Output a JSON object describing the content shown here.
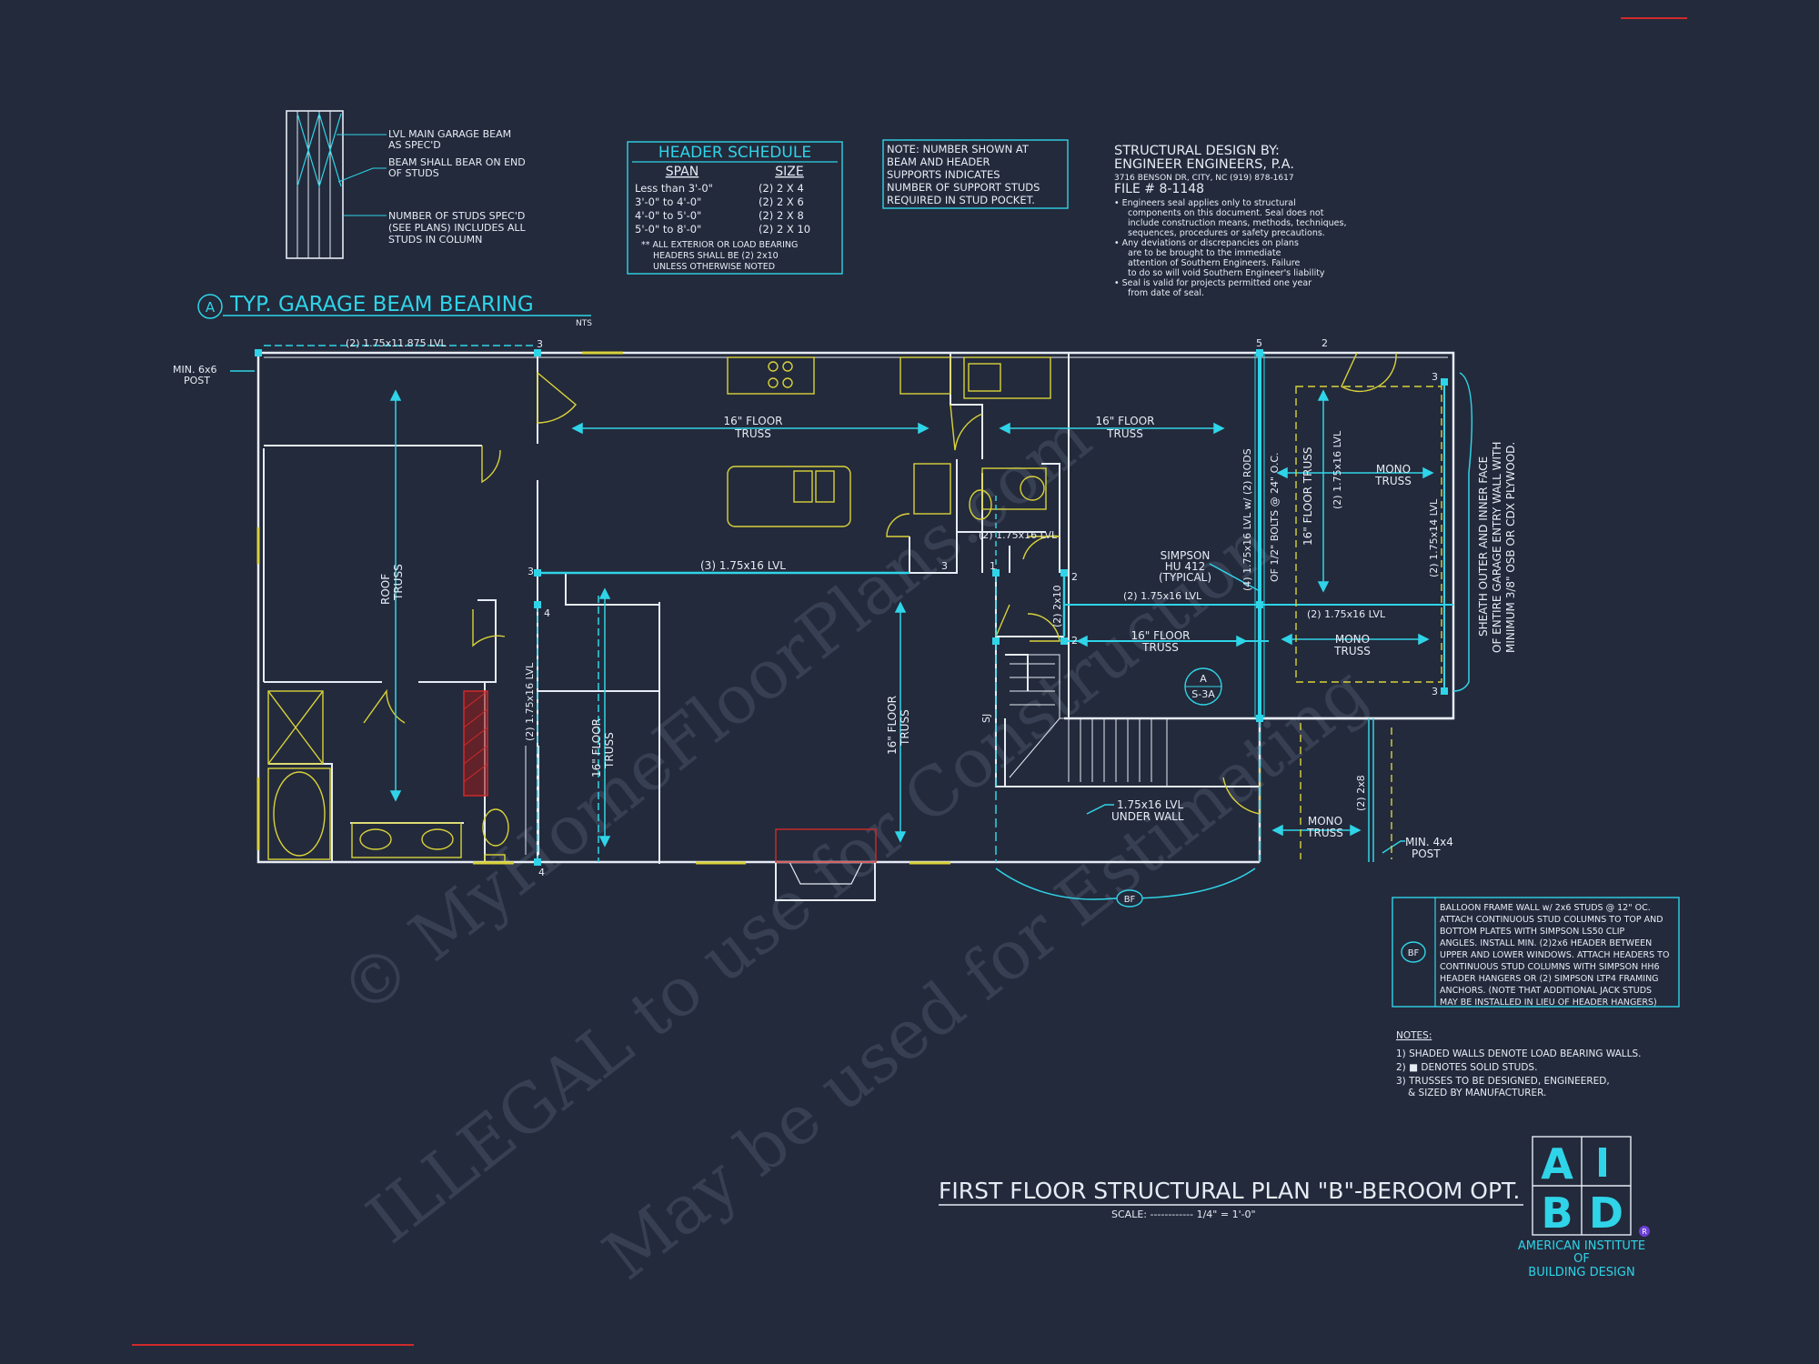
{
  "colors": {
    "background": "#232a3b",
    "cyan": "#2fd4e8",
    "white": "#e6ecf5",
    "yellow": "#d9d23a",
    "red": "#d02a2a",
    "watermark": "#3a4256"
  },
  "detail_a": {
    "bubble": "A",
    "title": "TYP. GARAGE BEAM BEARING",
    "scale_note": "NTS",
    "note1_line1": "LVL MAIN GARAGE BEAM",
    "note1_line2": "AS SPEC'D",
    "note2_line1": "BEAM SHALL BEAR ON END",
    "note2_line2": "OF STUDS",
    "note3_line1": "NUMBER OF STUDS SPEC'D",
    "note3_line2": "(SEE PLANS) INCLUDES ALL",
    "note3_line3": "STUDS IN COLUMN"
  },
  "header_schedule": {
    "title": "HEADER SCHEDULE",
    "col_span": "SPAN",
    "col_size": "SIZE",
    "rows": [
      {
        "span": "Less than 3'-0\"",
        "size": "(2) 2 X 4"
      },
      {
        "span": "3'-0\" to 4'-0\"",
        "size": "(2) 2 X 6"
      },
      {
        "span": "4'-0\" to 5'-0\"",
        "size": "(2) 2 X 8"
      },
      {
        "span": "5'-0\" to 8'-0\"",
        "size": "(2) 2 X 10"
      }
    ],
    "footnote_line1": "** ALL EXTERIOR OR LOAD BEARING",
    "footnote_line2": "HEADERS SHALL BE (2) 2x10",
    "footnote_line3": "UNLESS OTHERWISE NOTED"
  },
  "support_note": {
    "line1": "NOTE: NUMBER SHOWN AT",
    "line2": "BEAM AND HEADER",
    "line3": "SUPPORTS INDICATES",
    "line4": "NUMBER OF SUPPORT STUDS",
    "line5": "REQUIRED IN STUD POCKET."
  },
  "structural_design": {
    "line1": "STRUCTURAL DESIGN BY:",
    "line2": "ENGINEER ENGINEERS, P.A.",
    "address": "3716 BENSON DR, CITY, NC (919) 878-1617",
    "file": "FILE # 8-1148",
    "bullets": [
      "• Engineers seal applies only to structural",
      "components on this document. Seal does not",
      "include construction means, methods, techniques,",
      "sequences, procedures or safety precautions.",
      "• Any deviations or discrepancies on plans",
      "are to be brought to the immediate",
      "attention of Southern Engineers. Failure",
      "to do so will void Southern Engineer's liability",
      "• Seal is valid for projects permitted one year",
      "from date of seal."
    ]
  },
  "plan_labels": {
    "lvl_top": "(2) 1.75x11.875 LVL",
    "min_post_1": "MIN. 6x6",
    "min_post_2": "POST",
    "floor_truss_1a": "16\" FLOOR",
    "floor_truss_1b": "TRUSS",
    "floor_truss_2a": "16\" FLOOR",
    "floor_truss_2b": "TRUSS",
    "roof_truss_a": "ROOF",
    "roof_truss_b": "TRUSS",
    "lvl_3": "(3) 1.75x16 LVL",
    "lvl_2a": "(2) 1.75x16 LVL",
    "lvl_2b": "(2) 1.75x16 LVL",
    "lvl_2c": "(2) 1.75x16 LVL",
    "lvl_2d": "(2) 1.75x16 LVL",
    "lvl_2e": "(2) 1.75x16 LVL",
    "lvl_2f": "(2) 1.75x14 LVL",
    "lvl_bolts": "(4) 1.75x16 LVL w/ (2) RODS",
    "lvl_bolts2": "OF 1/2\" BOLTS @ 24\" O.C.",
    "floor_truss_v1": "16\" FLOOR TRUSS",
    "simpson_1": "SIMPSON",
    "simpson_2": "HU 412",
    "simpson_3": "(TYPICAL)",
    "mono_1a": "MONO",
    "mono_1b": "TRUSS",
    "mono_2a": "MONO",
    "mono_2b": "TRUSS",
    "mono_3a": "MONO",
    "mono_3b": "TRUSS",
    "floor_truss_3a": "16\" FLOOR",
    "floor_truss_3b": "TRUSS",
    "floor_truss_4a": "16\" FLOOR",
    "floor_truss_4b": "TRUSS",
    "floor_truss_5a": "16\" FLOOR",
    "floor_truss_5b": "TRUSS",
    "under_wall_1": "1.75x16 LVL",
    "under_wall_2": "UNDER WALL",
    "sj": "SJ",
    "two_2x8": "(2) 2x8",
    "two_2x10": "(2) 2x10",
    "min_4x4_1": "MIN. 4x4",
    "min_4x4_2": "POST",
    "bf": "BF",
    "ref_a": "A",
    "ref_sheet": "S-3A",
    "sheath_1": "SHEATH OUTER AND INNER FACE",
    "sheath_2": "OF ENTIRE GARAGE ENTRY WALL WITH",
    "sheath_3": "MINIMUM 3/8\" OSB OR CDX PLYWOOD.",
    "n3": "3",
    "n4": "4",
    "n5": "5",
    "n2": "2",
    "n1": "1"
  },
  "balloon_note": {
    "tag": "BF",
    "lines": [
      "BALLOON FRAME WALL w/ 2x6 STUDS @ 12\" OC.",
      "ATTACH CONTINUOUS STUD COLUMNS TO TOP AND",
      "BOTTOM PLATES WITH SIMPSON LS50 CLIP",
      "ANGLES. INSTALL MIN. (2)2x6 HEADER BETWEEN",
      "UPPER AND LOWER WINDOWS. ATTACH HEADERS TO",
      "CONTINUOUS STUD COLUMNS WITH SIMPSON HH6",
      "HEADER HANGERS OR (2) SIMPSON LTP4 FRAMING",
      "ANCHORS. (NOTE THAT ADDITIONAL JACK STUDS",
      "MAY BE INSTALLED IN LIEU OF HEADER HANGERS)"
    ]
  },
  "notes": {
    "title": "NOTES:",
    "line1": "1) SHADED WALLS DENOTE LOAD BEARING WALLS.",
    "line2": "2) ■ DENOTES SOLID STUDS.",
    "line3": "3) TRUSSES TO BE DESIGNED, ENGINEERED,",
    "line4": "& SIZED BY MANUFACTURER."
  },
  "title_block": {
    "title": "FIRST FLOOR STRUCTURAL PLAN \"B\"-BEROOM OPT.",
    "scale": "SCALE: ------------ 1/4\" = 1'-0\""
  },
  "logo": {
    "a": "A",
    "b": "B",
    "d": "D",
    "reg": "R",
    "line1": "AMERICAN INSTITUTE",
    "line2": "OF",
    "line3": "BUILDING DESIGN"
  },
  "watermark": {
    "line1": "© MyHomeFloorPlans.com",
    "line2": "ILLEGAL to use for Construction",
    "line3": "May be used for Estimating"
  }
}
